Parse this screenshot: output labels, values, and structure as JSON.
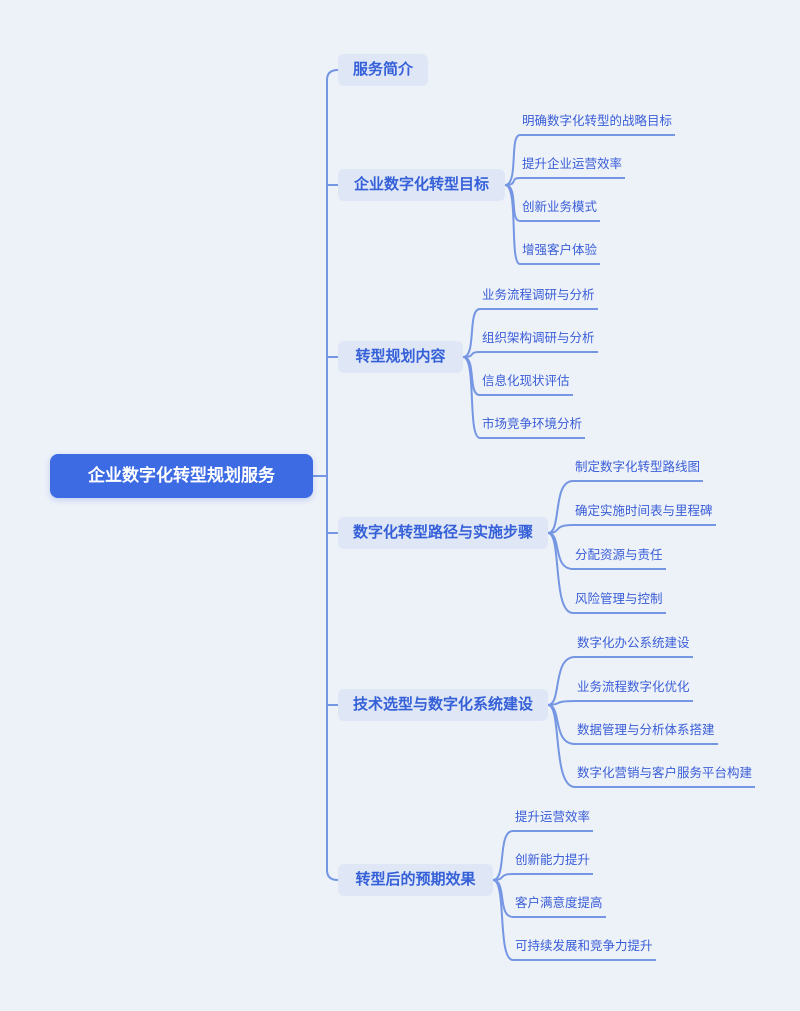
{
  "root": {
    "label": "企业数字化转型规划服务"
  },
  "branches": [
    {
      "label": "服务简介",
      "children": []
    },
    {
      "label": "企业数字化转型目标",
      "children": [
        "明确数字化转型的战略目标",
        "提升企业运营效率",
        "创新业务模式",
        "增强客户体验"
      ]
    },
    {
      "label": "转型规划内容",
      "children": [
        "业务流程调研与分析",
        "组织架构调研与分析",
        "信息化现状评估",
        "市场竞争环境分析"
      ]
    },
    {
      "label": "数字化转型路径与实施步骤",
      "children": [
        "制定数字化转型路线图",
        "确定实施时间表与里程碑",
        "分配资源与责任",
        "风险管理与控制"
      ]
    },
    {
      "label": "技术选型与数字化系统建设",
      "children": [
        "数字化办公系统建设",
        "业务流程数字化优化",
        "数据管理与分析体系搭建",
        "数字化营销与客户服务平台构建"
      ]
    },
    {
      "label": "转型后的预期效果",
      "children": [
        "提升运营效率",
        "创新能力提升",
        "客户满意度提高",
        "可持续发展和竞争力提升"
      ]
    }
  ],
  "colors": {
    "background": "#edf1f8",
    "root_bg": "#3d6be4",
    "root_text": "#ffffff",
    "branch_bg": "#dfe7f7",
    "branch_text": "#3560d8",
    "child_text": "#3a5ed8",
    "line": "#7596e3"
  }
}
